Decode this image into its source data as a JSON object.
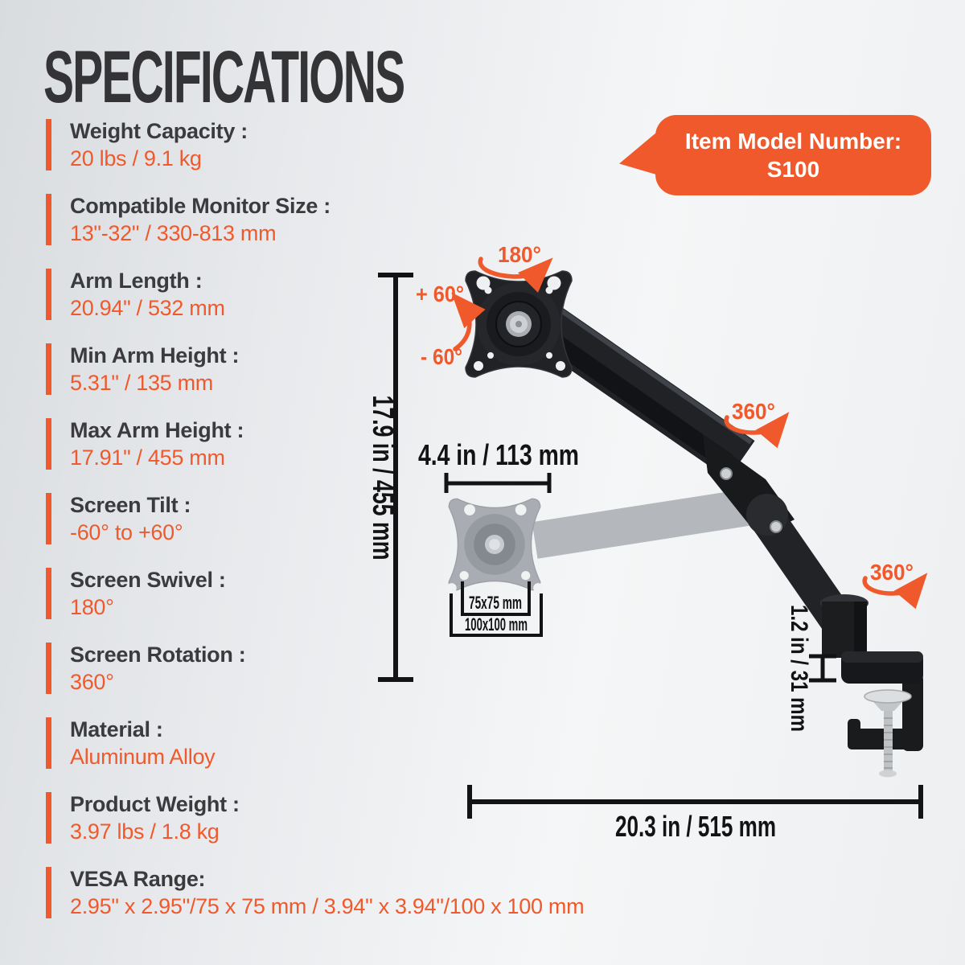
{
  "page": {
    "title": "SPECIFICATIONS"
  },
  "badge": {
    "title": "Item Model Number:",
    "model": "S100"
  },
  "specs": [
    {
      "label": "Weight Capacity :",
      "value": "20 lbs / 9.1 kg"
    },
    {
      "label": "Compatible Monitor Size :",
      "value": "13\"-32\" / 330-813 mm"
    },
    {
      "label": "Arm Length :",
      "value": "20.94\" / 532 mm"
    },
    {
      "label": "Min Arm Height :",
      "value": "5.31\" / 135 mm"
    },
    {
      "label": "Max Arm Height :",
      "value": "17.91\" / 455 mm"
    },
    {
      "label": "Screen Tilt :",
      "value": "-60° to +60°"
    },
    {
      "label": "Screen Swivel :",
      "value": "180°"
    },
    {
      "label": "Screen Rotation :",
      "value": "360°"
    },
    {
      "label": "Material :",
      "value": "Aluminum Alloy"
    },
    {
      "label": "Product Weight :",
      "value": "3.97 lbs / 1.8 kg"
    },
    {
      "label": "VESA Range:",
      "value": "2.95\" x 2.95\"/75 x 75 mm / 3.94\" x 3.94\"/100 x 100 mm"
    }
  ],
  "diagram": {
    "angles": {
      "plate_swivel": "180°",
      "tilt_up": "+ 60°",
      "tilt_down": "- 60°",
      "arm_rotation": "360°",
      "base_rotation": "360°"
    },
    "dims": {
      "arm_height": "17.9 in / 455 mm",
      "plate_width": "4.4 in / 113 mm",
      "vesa_inner": "75x75 mm",
      "vesa_outer": "100x100 mm",
      "clamp_range": "1.2 in / 31 mm",
      "reach": "20.3 in / 515 mm"
    }
  },
  "colors": {
    "accent": "#F0592B",
    "ink": "#131316",
    "label_gray": "#3B3B3D"
  }
}
